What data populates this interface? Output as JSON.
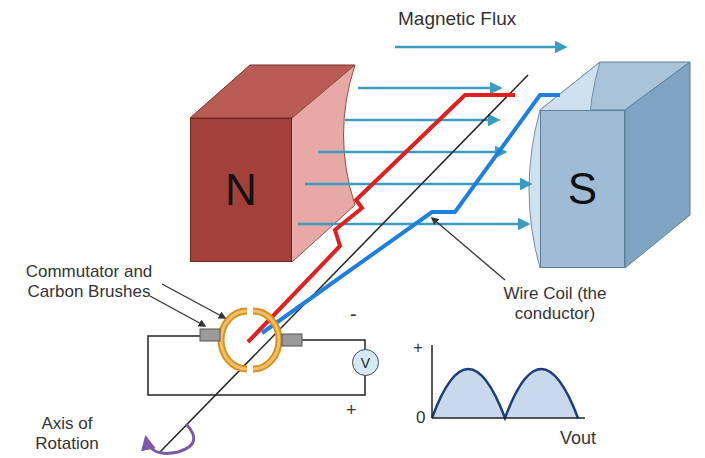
{
  "diagram": {
    "nodes": [
      {
        "text": [
          "N"
        ]
      },
      {
        "text": [
          "S"
        ]
      },
      {
        "text": [
          "V"
        ]
      }
    ],
    "labels": [
      "Magnetic Flux",
      "Commutator and Carbon Brushes",
      "Wire Coil (the conductor)",
      "-",
      "+",
      "+",
      "0",
      "Vout",
      "Axis of Rotation"
    ]
  }
}
